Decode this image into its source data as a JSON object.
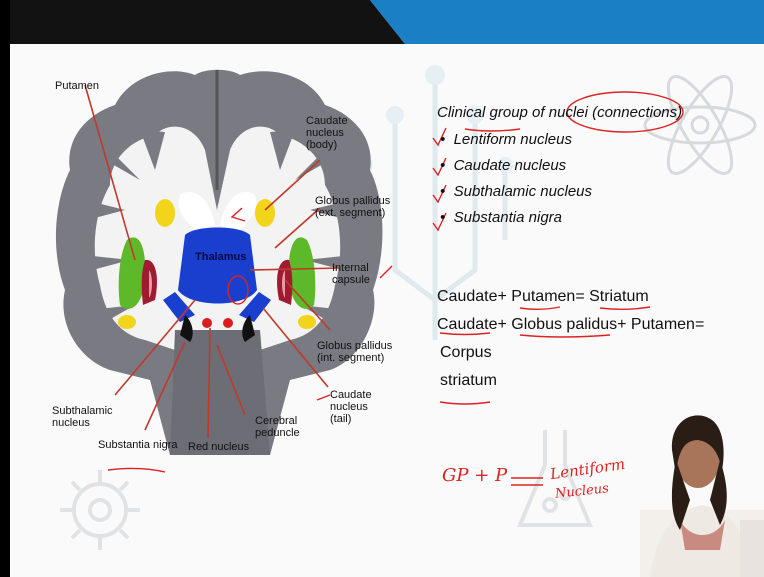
{
  "slide": {
    "labels": {
      "putamen": "Putamen",
      "caudate_body": [
        "Caudate",
        "nucleus",
        "(body)"
      ],
      "gp_ext": [
        "Globus pallidus",
        "(ext. segment)"
      ],
      "internal_capsule": [
        "Internal",
        "capsule"
      ],
      "gp_int": [
        "Globus pallidus",
        "(int. segment)"
      ],
      "caudate_tail": [
        "Caudate",
        "nucleus",
        "(tail)"
      ],
      "cerebral_peduncle": [
        "Cerebral",
        "peduncle"
      ],
      "subthalamic": [
        "Subthalamic",
        "nucleus"
      ],
      "substantia_nigra": "Substantia nigra",
      "red_nucleus": "Red nucleus",
      "thalamus": "Thalamus"
    },
    "heading": "Clinical group of nuclei (connections)",
    "bullets": [
      "Lentiform nucleus",
      "Caudate nucleus",
      "Subthalamic nucleus",
      "Substantia nigra"
    ],
    "equations": [
      "Caudate+ Putamen= Striatum",
      "Caudate+ Globus palidus+ Putamen=",
      "Corpus",
      "striatum"
    ],
    "handwriting": {
      "formula": "GP + P",
      "result1": "Lentiform",
      "result2": "Nucleus"
    }
  },
  "colors": {
    "bar_dark": "#111111",
    "bar_blue": "#1a7fc4",
    "ink": "#dd2222",
    "thalamus": "#1a3fcf",
    "putamen": "#5db82a",
    "caudate": "#f2d51a",
    "gp": "#a01a30"
  }
}
